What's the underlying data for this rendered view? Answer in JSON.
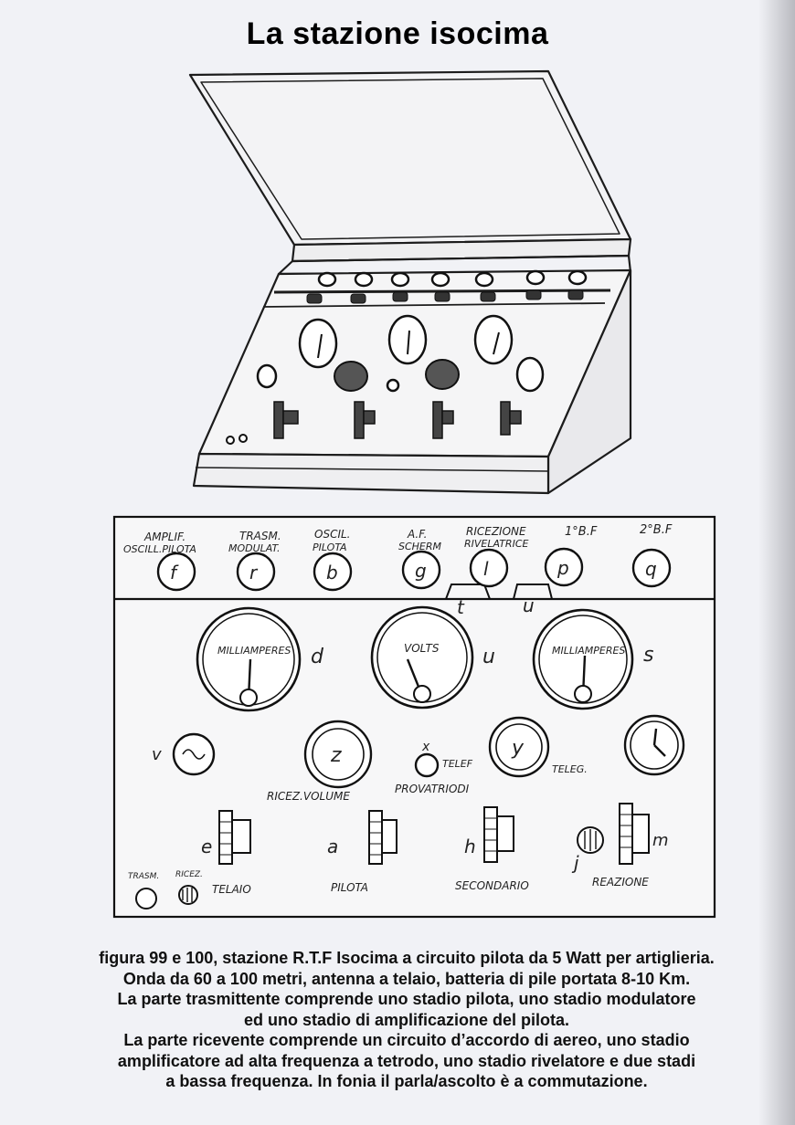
{
  "title": "La stazione isocima",
  "panel": {
    "top_labels": [
      {
        "line1": "AMPLIF.",
        "line2": "OSCILL.PILOTA",
        "letter": "f"
      },
      {
        "line1": "TRASM.",
        "line2": "MODULAT.",
        "letter": "r"
      },
      {
        "line1": "OSCIL.",
        "line2": "PILOTA",
        "letter": "b"
      },
      {
        "line1": "A.F.",
        "line2": "SCHERM",
        "letter": "g"
      },
      {
        "line1": "RICEZIONE",
        "line2": "RIVELATRICE",
        "letter": "l"
      },
      {
        "line1": "1°B.F",
        "line2": "",
        "letter": "p"
      },
      {
        "line1": "2°B.F",
        "line2": "",
        "letter": "q"
      }
    ],
    "tab_letters": [
      "t",
      "u"
    ],
    "meters": [
      {
        "scale": "MILLIAMPERES",
        "letter": "d"
      },
      {
        "scale": "VOLTS",
        "letter": "u"
      },
      {
        "scale": "MILLIAMPERES",
        "letter": "s"
      }
    ],
    "mid_labels": {
      "v": "v",
      "z": "z",
      "x": "x",
      "y": "y",
      "ricez_volume": "RICEZ.VOLUME",
      "provatriodi": "PROVATRIODI",
      "teler": "TELEF",
      "teleg": "TELEG."
    },
    "bottom_labels": {
      "e": "e",
      "a": "a",
      "h": "h",
      "j": "j",
      "m": "m",
      "telaio": "TELAIO",
      "pilota": "PILOTA",
      "secondario": "SECONDARIO",
      "reazione": "REAZIONE",
      "trasm": "TRASM.",
      "ricez": "RICEZ."
    }
  },
  "caption_lines": [
    "figura 99 e 100, stazione R.T.F Isocima a circuito pilota da 5 Watt per artiglieria.",
    "Onda da 60 a 100 metri, antenna a telaio, batteria di pile portata 8-10 Km.",
    "La parte trasmittente comprende uno stadio pilota, uno stadio modulatore",
    "ed uno stadio di amplificazione del pilota.",
    "La parte ricevente comprende un circuito d’accordo di aereo, uno stadio",
    "amplificatore ad alta frequenza a tetrodo, uno stadio rivelatore e due stadi",
    "a bassa frequenza.  In fonia il parla/ascolto è a commutazione."
  ]
}
